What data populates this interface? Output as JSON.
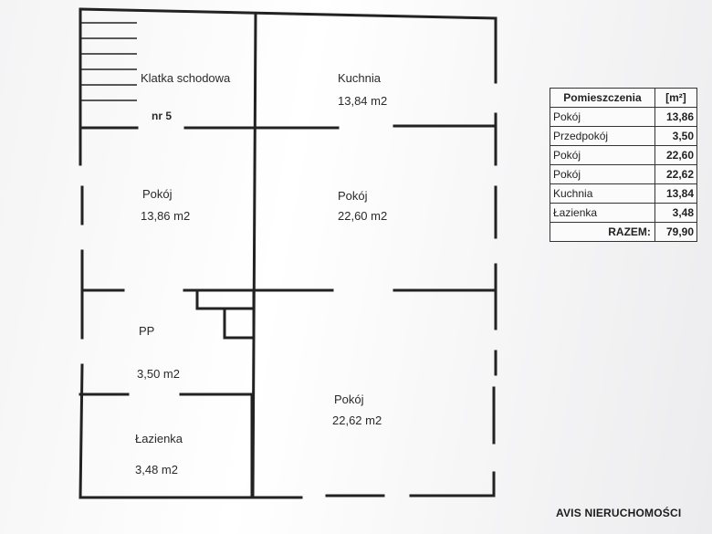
{
  "rooms": {
    "stair": {
      "name": "Klatka schodowa",
      "number": "nr 5"
    },
    "kitchen": {
      "name": "Kuchnia",
      "area": "13,84 m2"
    },
    "room1": {
      "name": "Pokój",
      "area": "13,86 m2"
    },
    "room2": {
      "name": "Pokój",
      "area": "22,60 m2"
    },
    "hall": {
      "name": "PP",
      "area": "3,50 m2"
    },
    "room3": {
      "name": "Pokój",
      "area": "22,62 m2"
    },
    "bath": {
      "name": "Łazienka",
      "area": "3,48 m2"
    }
  },
  "table": {
    "header": [
      "Pomieszczenia",
      "[m²]"
    ],
    "rows": [
      {
        "name": "Pokój",
        "value": "13,86"
      },
      {
        "name": "Przedpokój",
        "value": "3,50"
      },
      {
        "name": "Pokój",
        "value": "22,60"
      },
      {
        "name": "Pokój",
        "value": "22,62"
      },
      {
        "name": "Kuchnia",
        "value": "13,84"
      },
      {
        "name": "Łazienka",
        "value": "3,48"
      }
    ],
    "total": {
      "label": "RAZEM:",
      "value": "79,90"
    }
  },
  "brand": "AVIS NIERUCHOMOŚCI",
  "colors": {
    "wall": "#222222",
    "paper": "#ffffff"
  }
}
